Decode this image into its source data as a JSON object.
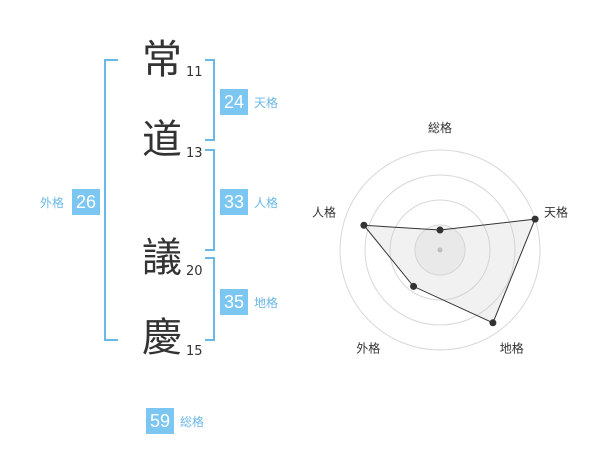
{
  "name_chars": [
    {
      "char": "常",
      "strokes": "11"
    },
    {
      "char": "道",
      "strokes": "13"
    },
    {
      "char": "議",
      "strokes": "20"
    },
    {
      "char": "慶",
      "strokes": "15"
    }
  ],
  "scores": {
    "tenkaku": {
      "value": "24",
      "label": "天格"
    },
    "jinkaku": {
      "value": "33",
      "label": "人格"
    },
    "chikaku": {
      "value": "35",
      "label": "地格"
    },
    "gaikaku": {
      "value": "26",
      "label": "外格"
    },
    "soukaku": {
      "value": "59",
      "label": "総格"
    }
  },
  "colors": {
    "accent": "#7cc7f2",
    "bracket": "#6ab8e8",
    "text": "#333333"
  },
  "chart_data": {
    "type": "radar",
    "axes": [
      "総格",
      "天格",
      "地格",
      "外格",
      "人格"
    ],
    "values": [
      0.2,
      1.0,
      0.9,
      0.45,
      0.8
    ],
    "range": [
      0,
      1
    ],
    "rings": 4,
    "grid": true
  }
}
